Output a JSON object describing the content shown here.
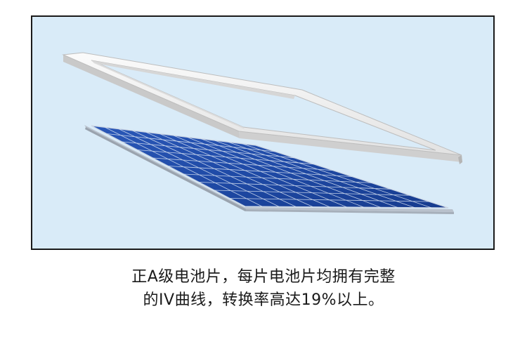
{
  "caption": {
    "line1": "正A级电池片，每片电池片均拥有完整",
    "line2": "的IV曲线，转换率高达19%以上。"
  },
  "colors": {
    "background": "#ffffff",
    "frame_border": "#1a1a1a",
    "panel_background": "#d9ebf8",
    "cell_blue": "#1f4ba8",
    "cell_line": "#dfe8f5",
    "aluminium_frame": "#e7e7e7"
  },
  "illustration": {
    "subject": "exploded solar panel: aluminium frame above solar cell sheet",
    "cell_rows": 10,
    "cell_columns": 12
  }
}
